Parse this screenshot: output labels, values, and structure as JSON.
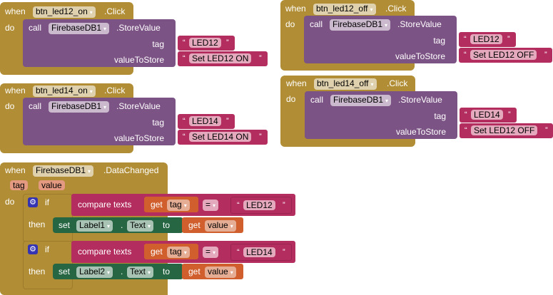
{
  "blocks": {
    "led12_on": {
      "when": "when",
      "component": "btn_led12_on",
      "event": ".Click",
      "do": "do",
      "call": "call",
      "db": "FirebaseDB1",
      "method": ".StoreValue",
      "tag_label": "tag",
      "tag_value": "LED12",
      "value_label": "valueToStore",
      "value_value": "Set LED12 ON"
    },
    "led14_on": {
      "when": "when",
      "component": "btn_led14_on",
      "event": ".Click",
      "do": "do",
      "call": "call",
      "db": "FirebaseDB1",
      "method": ".StoreValue",
      "tag_label": "tag",
      "tag_value": "LED14",
      "value_label": "valueToStore",
      "value_value": "Set LED14 ON"
    },
    "led12_off": {
      "when": "when",
      "component": "btn_led12_off",
      "event": ".Click",
      "do": "do",
      "call": "call",
      "db": "FirebaseDB1",
      "method": ".StoreValue",
      "tag_label": "tag",
      "tag_value": "LED12",
      "value_label": "valueToStore",
      "value_value": "Set LED12 OFF"
    },
    "led14_off": {
      "when": "when",
      "component": "btn_led14_off",
      "event": ".Click",
      "do": "do",
      "call": "call",
      "db": "FirebaseDB1",
      "method": ".StoreValue",
      "tag_label": "tag",
      "tag_value": "LED14",
      "value_label": "valueToStore",
      "value_value": "Set LED12 OFF"
    },
    "data_changed": {
      "when": "when",
      "component": "FirebaseDB1",
      "event": ".DataChanged",
      "params": [
        "tag",
        "value"
      ],
      "do": "do",
      "ifs": [
        {
          "if": "if",
          "compare": "compare texts",
          "get": "get",
          "var": "tag",
          "op": "=",
          "literal": "LED12",
          "then": "then",
          "set": "set",
          "component": "Label1",
          "dot": ".",
          "property": "Text",
          "to": "to",
          "get2": "get",
          "var2": "value"
        },
        {
          "if": "if",
          "compare": "compare texts",
          "get": "get",
          "var": "tag",
          "op": "=",
          "literal": "LED14",
          "then": "then",
          "set": "set",
          "component": "Label2",
          "dot": ".",
          "property": "Text",
          "to": "to",
          "get2": "get",
          "var2": "value"
        }
      ]
    }
  },
  "symbols": {
    "dropdown": "▾",
    "open_quote": "“",
    "close_quote": "”",
    "gear": "⚙"
  }
}
